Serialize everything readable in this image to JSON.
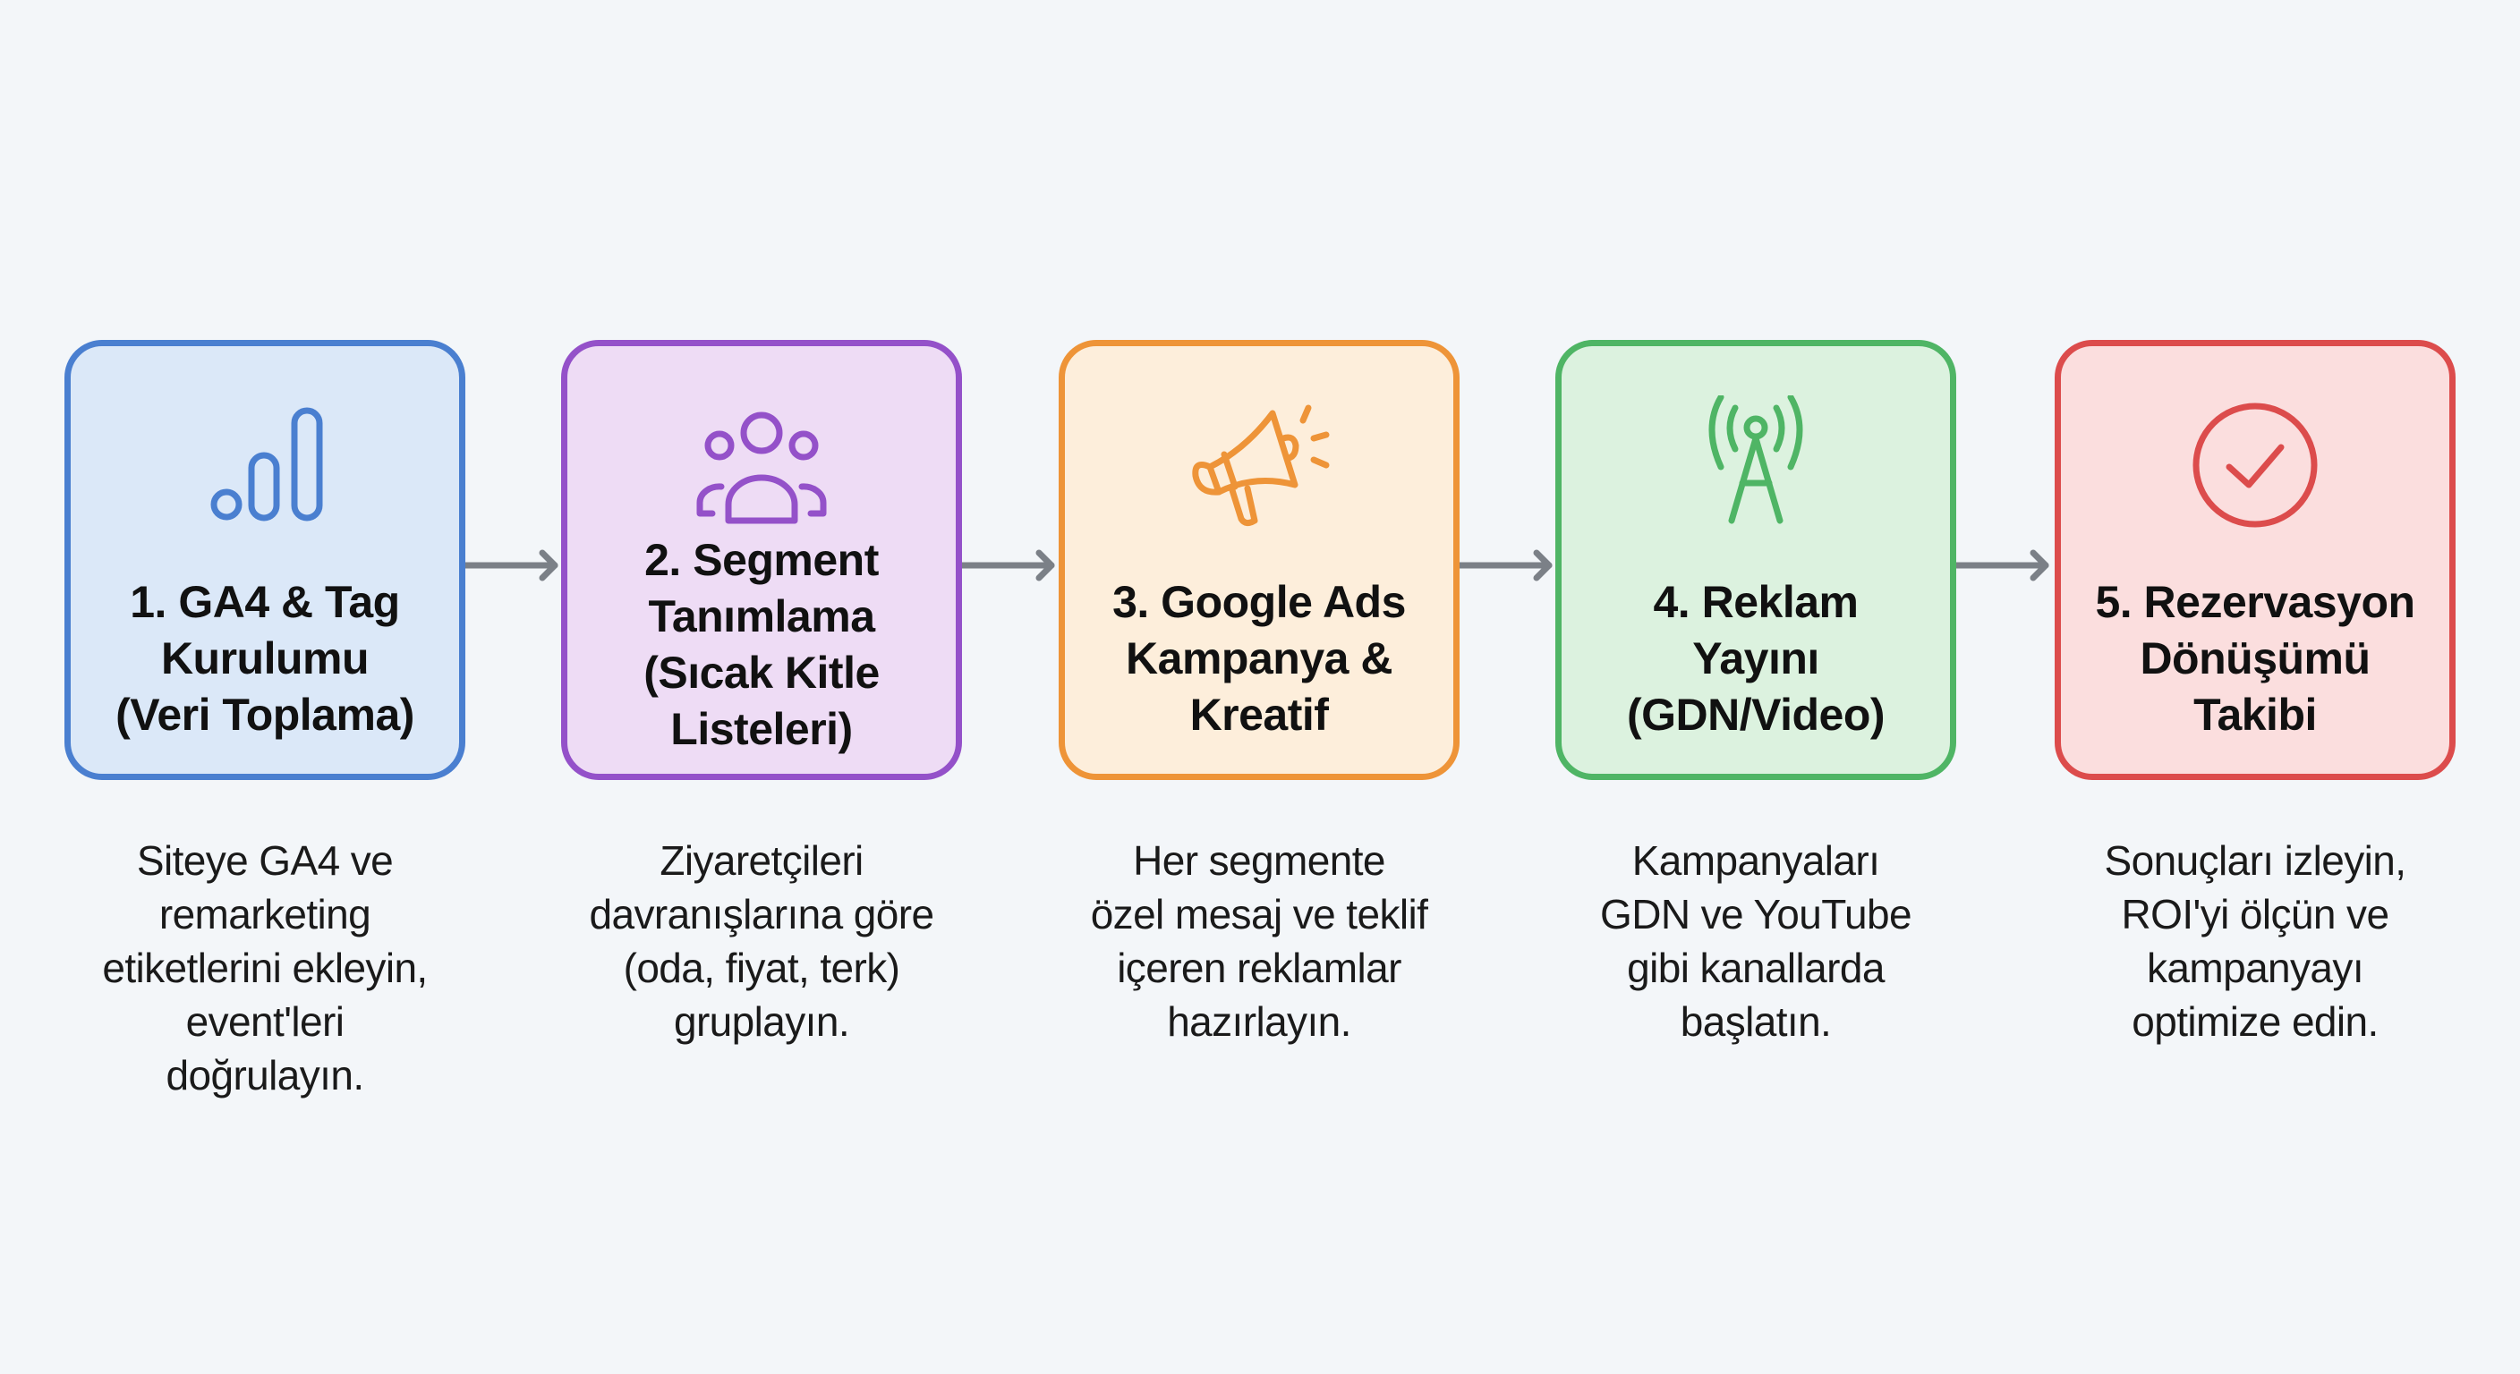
{
  "colors": {
    "background": "#f3f6f9",
    "arrow": "#7b8087",
    "step1": {
      "border": "#4a7fd0",
      "fill": "#dbe8f8"
    },
    "step2": {
      "border": "#9451c9",
      "fill": "#eedcf5"
    },
    "step3": {
      "border": "#ee9438",
      "fill": "#fdeedb"
    },
    "step4": {
      "border": "#4fb565",
      "fill": "#dcf2df"
    },
    "step5": {
      "border": "#dc4c4c",
      "fill": "#fbdede"
    }
  },
  "steps": [
    {
      "icon": "analytics-bars-icon",
      "title": [
        "1. GA4 & Tag",
        "Kurulumu",
        "(Veri Toplama)"
      ],
      "description": [
        "Siteye GA4 ve",
        "remarketing",
        "etiketlerini ekleyin,",
        "event'leri",
        "doğrulayın."
      ]
    },
    {
      "icon": "users-group-icon",
      "title": [
        "2. Segment",
        "Tanımlama",
        "(Sıcak Kitle",
        "Listeleri)"
      ],
      "description": [
        "Ziyaretçileri",
        "davranışlarına göre",
        "(oda, fiyat, terk)",
        "gruplayın."
      ]
    },
    {
      "icon": "megaphone-icon",
      "title": [
        "3. Google Ads",
        "Kampanya &",
        "Kreatif"
      ],
      "description": [
        "Her segmente",
        "özel mesaj ve teklif",
        "içeren reklamlar",
        "hazırlayın."
      ]
    },
    {
      "icon": "broadcast-tower-icon",
      "title": [
        "4. Reklam",
        "Yayını",
        "(GDN/Video)"
      ],
      "description": [
        "Kampanyaları",
        "GDN ve YouTube",
        "gibi kanallarda",
        "başlatın."
      ]
    },
    {
      "icon": "check-circle-icon",
      "title": [
        "5. Rezervasyon",
        "Dönüşümü",
        "Takibi"
      ],
      "description": [
        "Sonuçları izleyin,",
        "ROI'yi ölçün ve",
        "kampanyayı",
        "optimize edin."
      ]
    }
  ],
  "arrows": [
    "arrow-right-icon",
    "arrow-right-icon",
    "arrow-right-icon",
    "arrow-right-icon"
  ]
}
